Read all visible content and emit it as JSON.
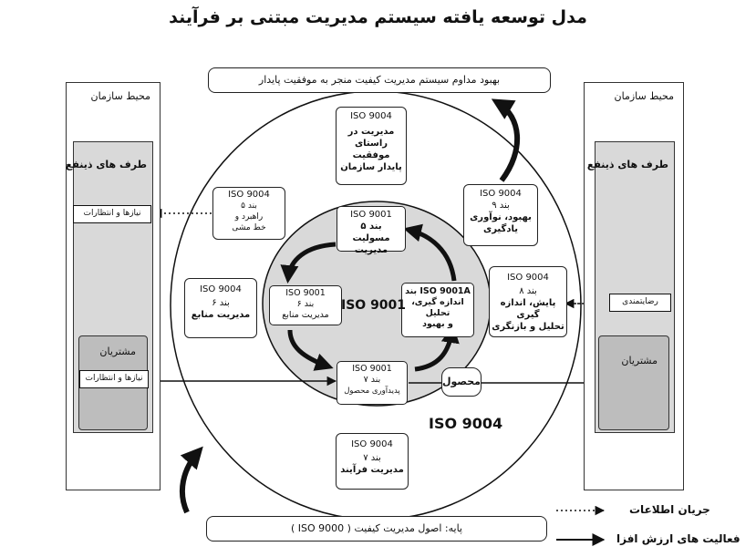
{
  "title": "مدل توسعه یافته سیستم مدیریت مبتنی بر فرآیند",
  "top_banner": "بهبود مداوم سیستم مدیریت کیفیت منجر به موفقیت پایدار",
  "bottom_banner": "پایه: اصول مدیریت کیفیت ( ISO 9000 )",
  "left_panel": {
    "header": "محیط سازمان",
    "stakeholders": "طرف های ذینفع",
    "needs": "نیازها و انتظارات",
    "customers": "مشتریان",
    "customer_needs": "نیازها و انتظارات"
  },
  "right_panel": {
    "header": "محیط سازمان",
    "stakeholders": "طرف های ذینفع",
    "satisfaction": "رضایتمندی",
    "customers": "مشتریان"
  },
  "outer_ring_label": "ISO 9004",
  "inner_circle_label": "ISO 9001",
  "outer_boxes": {
    "top": {
      "std": "ISO 9004",
      "l1": "مدیریت در",
      "l2": "راستای موفقیت",
      "l3": "پایدار سازمان"
    },
    "upper_left": {
      "std": "ISO 9004",
      "l1": "بند ۵",
      "l2": "راهبرد و",
      "l3": "خط مشی"
    },
    "left": {
      "std": "ISO 9004",
      "l1": "بند ۶",
      "l2": "مدیریت منابع"
    },
    "upper_right": {
      "std": "ISO 9004",
      "l1": "بند ۹",
      "l2": "بهبود، نوآوری",
      "l3": "یادگیری"
    },
    "right": {
      "std": "ISO 9004",
      "l1": "بند ۸",
      "l2": "پایش، اندازه گیری",
      "l3": "تحلیل و بازنگری"
    },
    "bottom": {
      "std": "ISO 9004",
      "l1": "بند ۷",
      "l2": "مدیریت فرآیند"
    }
  },
  "inner_boxes": {
    "top": {
      "std": "ISO 9001",
      "l1": "بند ۵",
      "l2": "مسولیت مدیریت"
    },
    "left": {
      "std": "ISO 9001",
      "l1": "بند ۶",
      "l2": "مدیریت منابع"
    },
    "right": {
      "std": "ISO 9001A بند",
      "l1": "اندازه گیری، تحلیل",
      "l2": "و بهبود"
    },
    "bottom": {
      "std": "ISO 9001",
      "l1": "بند ۷",
      "l2": "پدیدآوری محصول"
    }
  },
  "product": "محصول",
  "legend": {
    "info_flow": "جریان اطلاعات",
    "value_activities": "فعالیت های ارزش افزا"
  }
}
